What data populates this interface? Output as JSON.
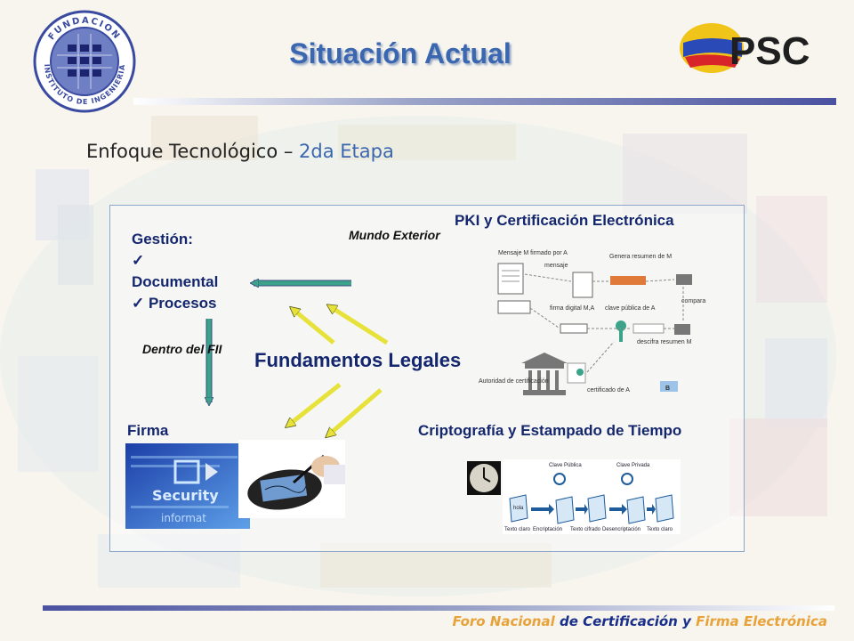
{
  "header": {
    "title": "Situación Actual",
    "logo_left_text_top": "FUNDACION",
    "logo_left_text_bottom": "INSTITUTO DE INGENIERIA",
    "logo_right_text": "PSC"
  },
  "subtitle": {
    "prefix": "Enfoque Tecnológico – ",
    "highlight": "2da Etapa"
  },
  "diagram": {
    "gestion": {
      "title": "Gestión:",
      "items": [
        "Documental",
        "Procesos"
      ]
    },
    "mundo_exterior": "Mundo Exterior",
    "pki": "PKI y Certificación Electrónica",
    "dentro": "Dentro del FII",
    "fundamentos": "Fundamentos Legales",
    "firma": "Firma",
    "cripto": "Criptografía y Estampado de Tiempo",
    "pki_figure": {
      "mensaje_m": "Mensaje M firmado por A",
      "mensaje": "mensaje",
      "genera": "Genera resumen de M",
      "firma_digital": "firma digital M,A",
      "clave_publica": "clave pública de A",
      "compara": "compara",
      "descifra": "descifra resumen M",
      "autoridad": "Autoridad de certificación",
      "certificado": "certificado de A",
      "b": "B"
    },
    "crypto_figure": {
      "clave_publica": "Clave Pública",
      "clave_privada": "Clave Privada",
      "hola": "hola",
      "texto_claro": "Texto claro",
      "encriptacion": "Encriptación",
      "texto_cifrado": "Texto cifrado",
      "desencriptacion": "Desencriptación"
    },
    "security_words": [
      "Security",
      "informat"
    ]
  },
  "footer": {
    "part1": "Foro Nacional",
    "part2": " de Certificación y ",
    "part3": "Firma Electrónica"
  },
  "colors": {
    "title": "#3a67b0",
    "label": "#14266e",
    "arrow_green": "#3aa38a",
    "arrow_yellow": "#e6e23a",
    "footer_accent": "#e8a23a",
    "footer_main": "#1a2f8a"
  }
}
